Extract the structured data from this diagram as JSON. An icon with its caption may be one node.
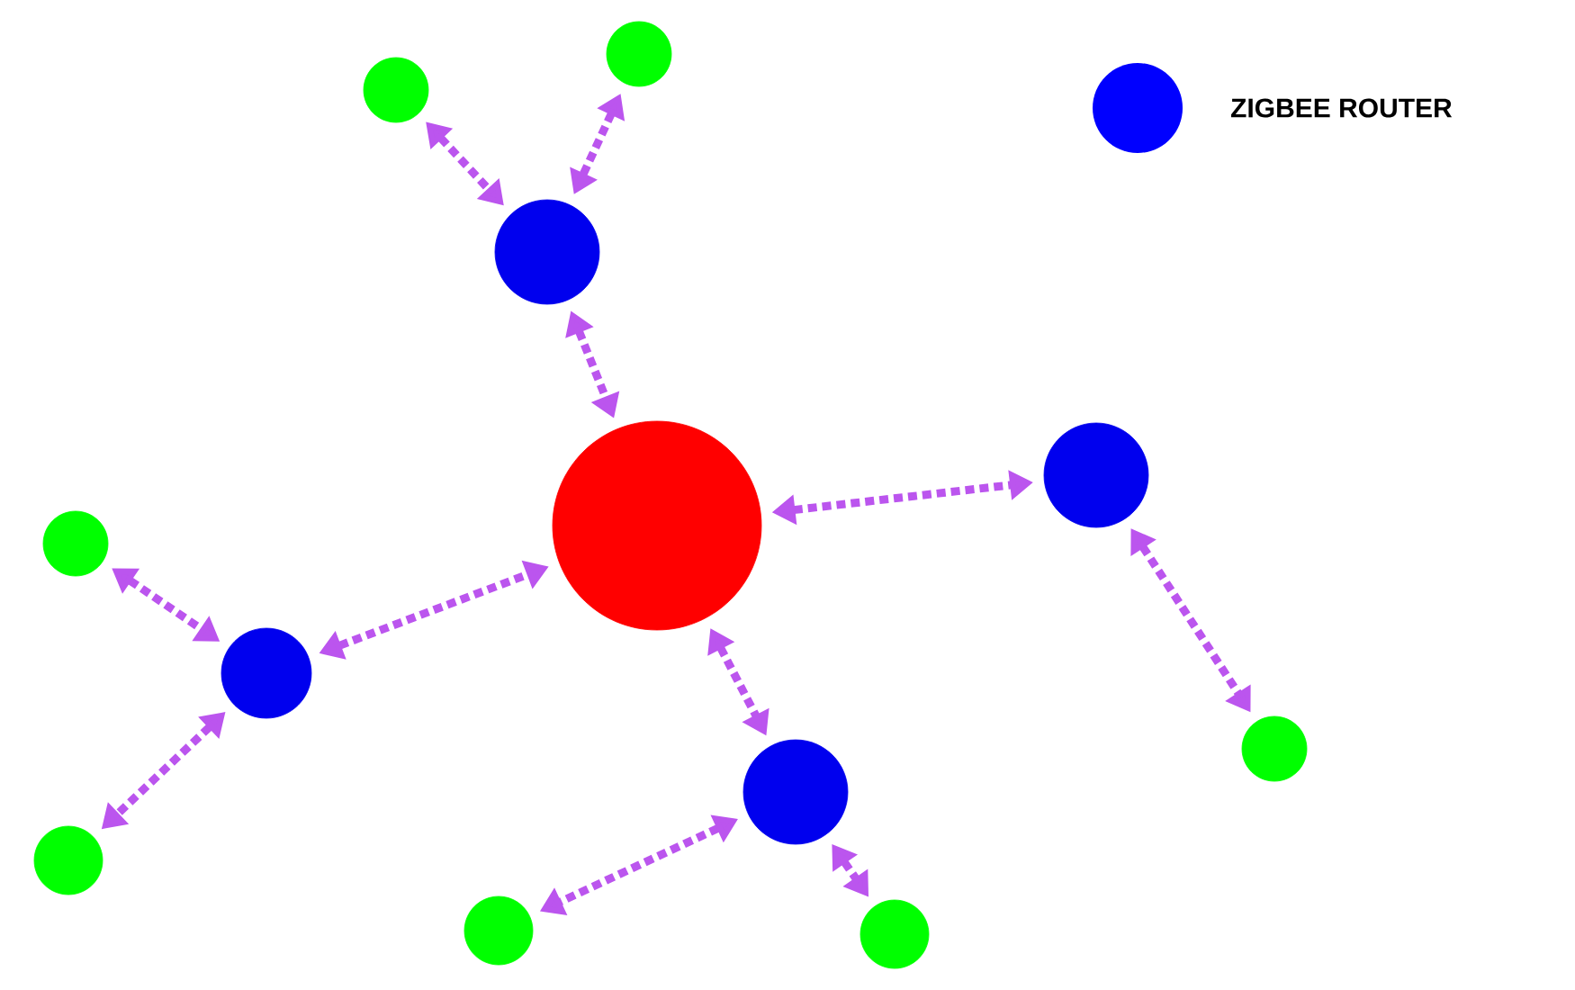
{
  "diagram": {
    "nodes": [
      {
        "text": [],
        "shape": "circle"
      },
      {
        "text": [],
        "shape": "circle"
      },
      {
        "text": [],
        "shape": "circle"
      },
      {
        "text": [],
        "shape": "circle"
      },
      {
        "text": [],
        "shape": "circle"
      },
      {
        "text": [],
        "shape": "circle"
      },
      {
        "text": [],
        "shape": "circle"
      },
      {
        "text": [],
        "shape": "circle"
      },
      {
        "text": [],
        "shape": "circle"
      },
      {
        "text": [],
        "shape": "circle"
      },
      {
        "text": [],
        "shape": "circle"
      },
      {
        "text": [],
        "shape": "circle"
      }
    ],
    "edges": [
      {
        "from": 0,
        "to": 2,
        "arrow": "both"
      },
      {
        "from": 1,
        "to": 2,
        "arrow": "both"
      },
      {
        "from": 2,
        "to": 3,
        "arrow": "both"
      },
      {
        "from": 3,
        "to": 4,
        "arrow": "both"
      },
      {
        "from": 4,
        "to": 7,
        "arrow": "both"
      },
      {
        "from": 5,
        "to": 6,
        "arrow": "both"
      },
      {
        "from": 6,
        "to": 3,
        "arrow": "both"
      },
      {
        "from": 6,
        "to": 9,
        "arrow": "both"
      },
      {
        "from": 3,
        "to": 8,
        "arrow": "both"
      },
      {
        "from": 8,
        "to": 10,
        "arrow": "both"
      },
      {
        "from": 8,
        "to": 11,
        "arrow": "both"
      }
    ],
    "legend": [
      {
        "text": "ZIGBEE ROUTER",
        "color": "#0000ff"
      }
    ]
  }
}
